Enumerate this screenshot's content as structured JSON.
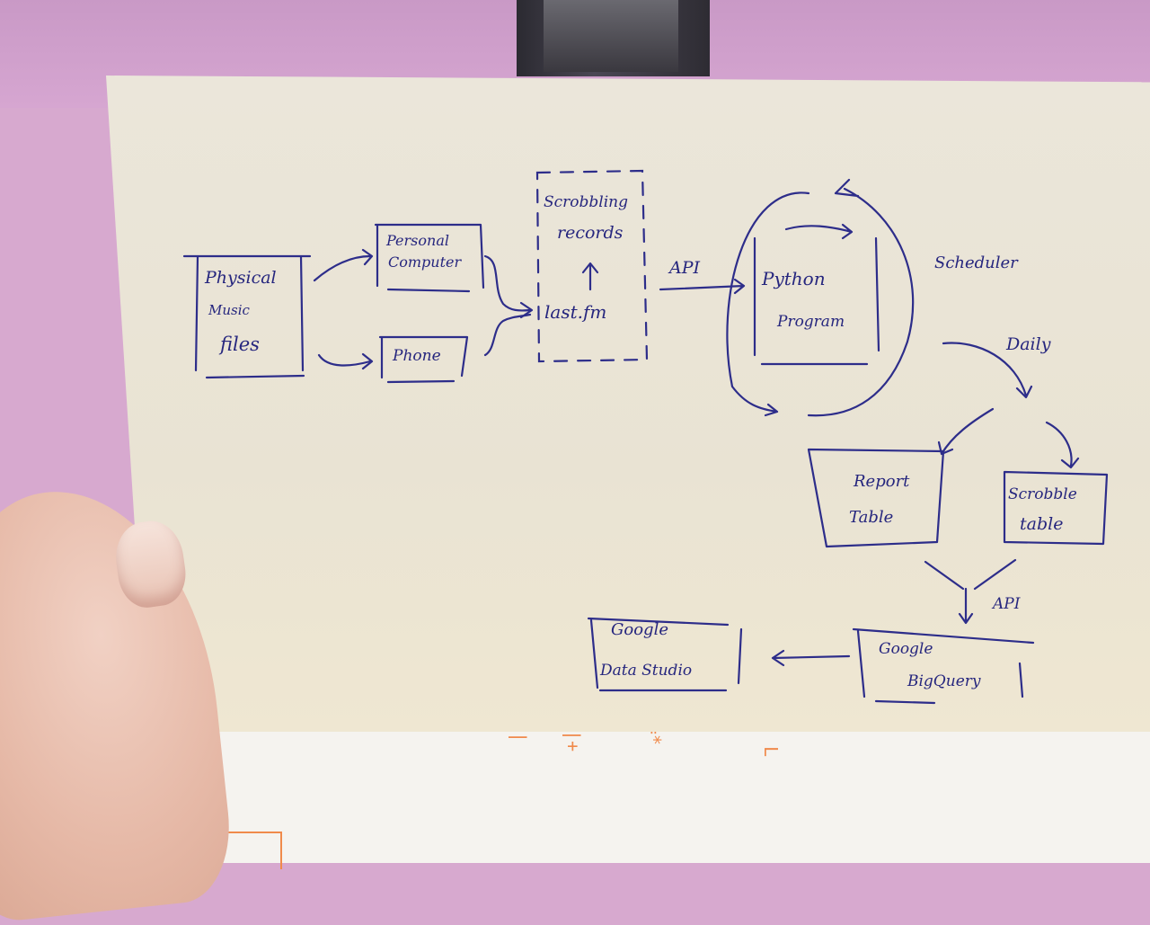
{
  "diagram": {
    "nodes": {
      "physical_music_files": [
        "Physical",
        "Music",
        "files"
      ],
      "personal_computer": [
        "Personal",
        "Computer"
      ],
      "phone": "Phone",
      "scrobbling_records": [
        "Scrobbling",
        "records"
      ],
      "last_fm": "last.fm",
      "python_program": [
        "Python",
        "Program"
      ],
      "report_table": [
        "Report",
        "Table"
      ],
      "scrobble_table": [
        "Scrobble",
        "table"
      ],
      "google_bigquery": [
        "Google",
        "BigQuery"
      ],
      "google_data_studio": [
        "Google",
        "Data Studio"
      ]
    },
    "edge_labels": {
      "api_lastfm": "API",
      "scheduler": "Scheduler",
      "daily": "Daily",
      "api_bigquery": "API"
    }
  },
  "colors": {
    "ink": "#2d2d8a",
    "orange_ink": "#f08a4b",
    "card": "#ebe6da",
    "wall": "#d7a9cf"
  }
}
